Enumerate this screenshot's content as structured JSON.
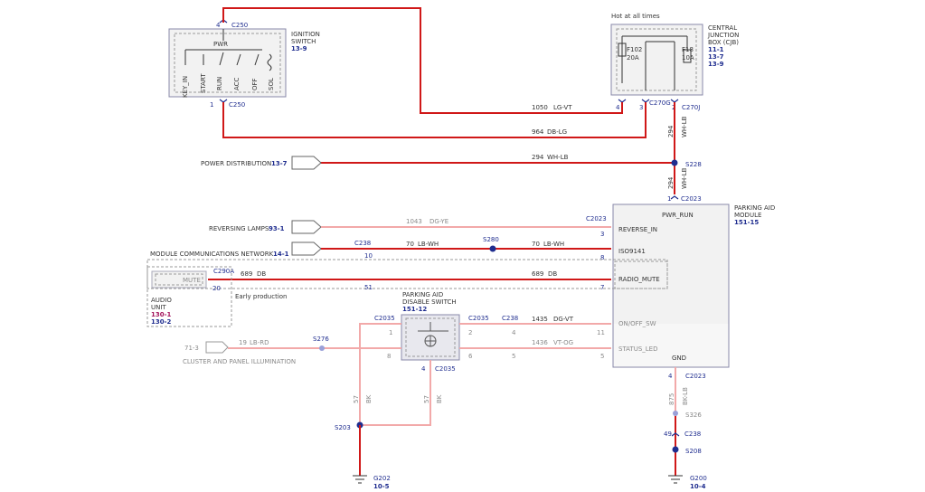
{
  "ignition_switch": {
    "title": "IGNITION\nSWITCH",
    "title_l1": "IGNITION",
    "title_l2": "SWITCH",
    "ref": "13-9",
    "pwr": "PWR",
    "positions": [
      "KEY_IN",
      "START",
      "RUN",
      "ACC",
      "OFF",
      "SOL"
    ],
    "top_pin": "4",
    "top_conn": "C250",
    "bottom_pin": "1",
    "bottom_conn": "C250"
  },
  "cjb": {
    "hot_label": "Hot at all times",
    "title_l1": "CENTRAL",
    "title_l2": "JUNCTION",
    "title_l3": "BOX (CJB)",
    "refs": [
      "11-1",
      "13-7",
      "13-9"
    ],
    "fuse1": "F102",
    "fuse1_rating": "20A",
    "fuse2": "F18",
    "fuse2_rating": "10A",
    "pin4": "4",
    "pin3": "3",
    "conn_g": "C270G",
    "pin2": "2",
    "conn_j": "C270J"
  },
  "wires": {
    "w1050": {
      "circuit": "1050",
      "color": "LG-VT"
    },
    "w964": {
      "circuit": "964",
      "color": "DB-LG"
    },
    "w294": {
      "circuit": "294",
      "color": "WH-LB"
    },
    "w294v_a": {
      "circuit": "294",
      "color": "WH-LB"
    },
    "w294v_b": {
      "circuit": "294",
      "color": "WH-LB"
    },
    "w1043": {
      "circuit": "1043",
      "color": "DG-YE"
    },
    "w70a": {
      "circuit": "70",
      "color": "LB-WH"
    },
    "w70b": {
      "circuit": "70",
      "color": "LB-WH"
    },
    "w689a": {
      "circuit": "689",
      "color": "DB"
    },
    "w689b": {
      "circuit": "689",
      "color": "DB"
    },
    "w1435": {
      "circuit": "1435",
      "color": "DG-VT"
    },
    "w1436": {
      "circuit": "1436",
      "color": "VT-OG"
    },
    "w19": {
      "circuit": "19",
      "color": "LB-RD"
    },
    "w57a": {
      "circuit": "57",
      "color": "BK"
    },
    "w57b": {
      "circuit": "57",
      "color": "BK"
    },
    "w875": {
      "circuit": "875",
      "color": "BK-LB"
    }
  },
  "splices": {
    "s228": "S228",
    "s280": "S280",
    "s276": "S276",
    "s203": "S203",
    "s326": "S326",
    "s208": "S208"
  },
  "power_distribution": {
    "label": "POWER DISTRIBUTION",
    "ref": "13-7"
  },
  "reversing_lamps": {
    "label": "REVERSING LAMPS",
    "ref": "93-1"
  },
  "module_comm": {
    "label": "MODULE COMMUNICATIONS NETWORK",
    "ref": "14-1"
  },
  "connectors": {
    "c2023_top": {
      "pin": "1",
      "name": "C2023"
    },
    "c2023_rev": {
      "pin": "3",
      "name": "C2023"
    },
    "c238_top": {
      "pin": "10",
      "name": "C238"
    },
    "c290a": {
      "pin": "20",
      "name": "C290A"
    },
    "c2035_in": {
      "pin": "1",
      "name": "C2035"
    },
    "c2035_out": {
      "pin": "2",
      "name": "C2035"
    },
    "c238_mid": {
      "pin": "4",
      "name": "C238"
    },
    "c2035_bottom": {
      "pin": "4",
      "name": "C2035"
    },
    "c2023_gnd": {
      "pin": "4",
      "name": "C2023"
    },
    "c238_gnd": {
      "pin": "49",
      "name": "C238"
    }
  },
  "pins": {
    "iso_pin": "8",
    "radio_pin": "7",
    "radio_51": "51",
    "onoff_pin": "11",
    "status_pin": "5",
    "status_6": "6",
    "status_5": "5",
    "switch_8": "8"
  },
  "parking_aid_module": {
    "title_l1": "PARKING AID",
    "title_l2": "MODULE",
    "ref": "151-15",
    "pwr_run": "PWR_RUN",
    "reverse_in": "REVERSE_IN",
    "iso": "ISO9141",
    "radio_mute": "RADIO_MUTE",
    "onoff_sw": "ON/OFF_SW",
    "status_led": "STATUS_LED",
    "gnd": "GND"
  },
  "audio_unit": {
    "mute": "MUTE",
    "title_l1": "AUDIO",
    "title_l2": "UNIT",
    "refs": [
      "130-1",
      "130-2"
    ],
    "early": "Early production"
  },
  "disable_switch": {
    "title_l1": "PARKING AID",
    "title_l2": "DISABLE SWITCH",
    "ref": "151-12"
  },
  "cluster": {
    "ref": "71-3",
    "label": "CLUSTER AND PANEL ILLUMINATION"
  },
  "grounds": {
    "g202": "G202",
    "g202_ref": "10-5",
    "g200": "G200",
    "g200_ref": "10-4"
  }
}
